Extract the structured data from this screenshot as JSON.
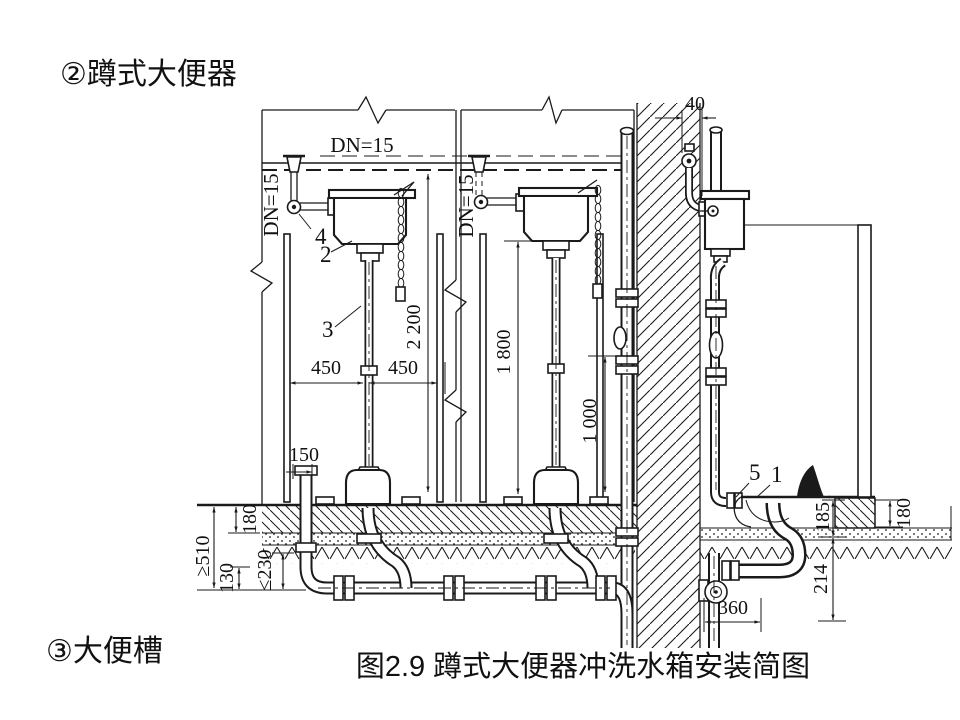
{
  "page": {
    "heading": "②蹲式大便器",
    "subheading": "③大便槽",
    "caption": "图2.9 蹲式大便器冲洗水箱安装简图"
  },
  "drawing": {
    "pipe_spec_header": "DN=15",
    "pipe_spec_stall1": "DN=15",
    "pipe_spec_stall2": "DN=15",
    "dims": {
      "wall_offset": "40",
      "spacing_left": "450",
      "spacing_right": "450",
      "supply_height": "2 200",
      "cistern_height": "1 800",
      "support_height": "1 000",
      "cleanout_offset": "150",
      "slab_thickness_left": "180",
      "depth_min": "≥510",
      "drain_depth": "130",
      "drain_depth_max": "≤230",
      "pan_rim_height": "185",
      "step_height": "180",
      "trap_depth": "214",
      "trap_offset": "360"
    },
    "part_labels": {
      "n1": "1",
      "n2": "2",
      "n3": "3",
      "n4": "4",
      "n5": "5"
    }
  },
  "colors": {
    "ink": "#1a1a1a",
    "paper": "#ffffff"
  }
}
